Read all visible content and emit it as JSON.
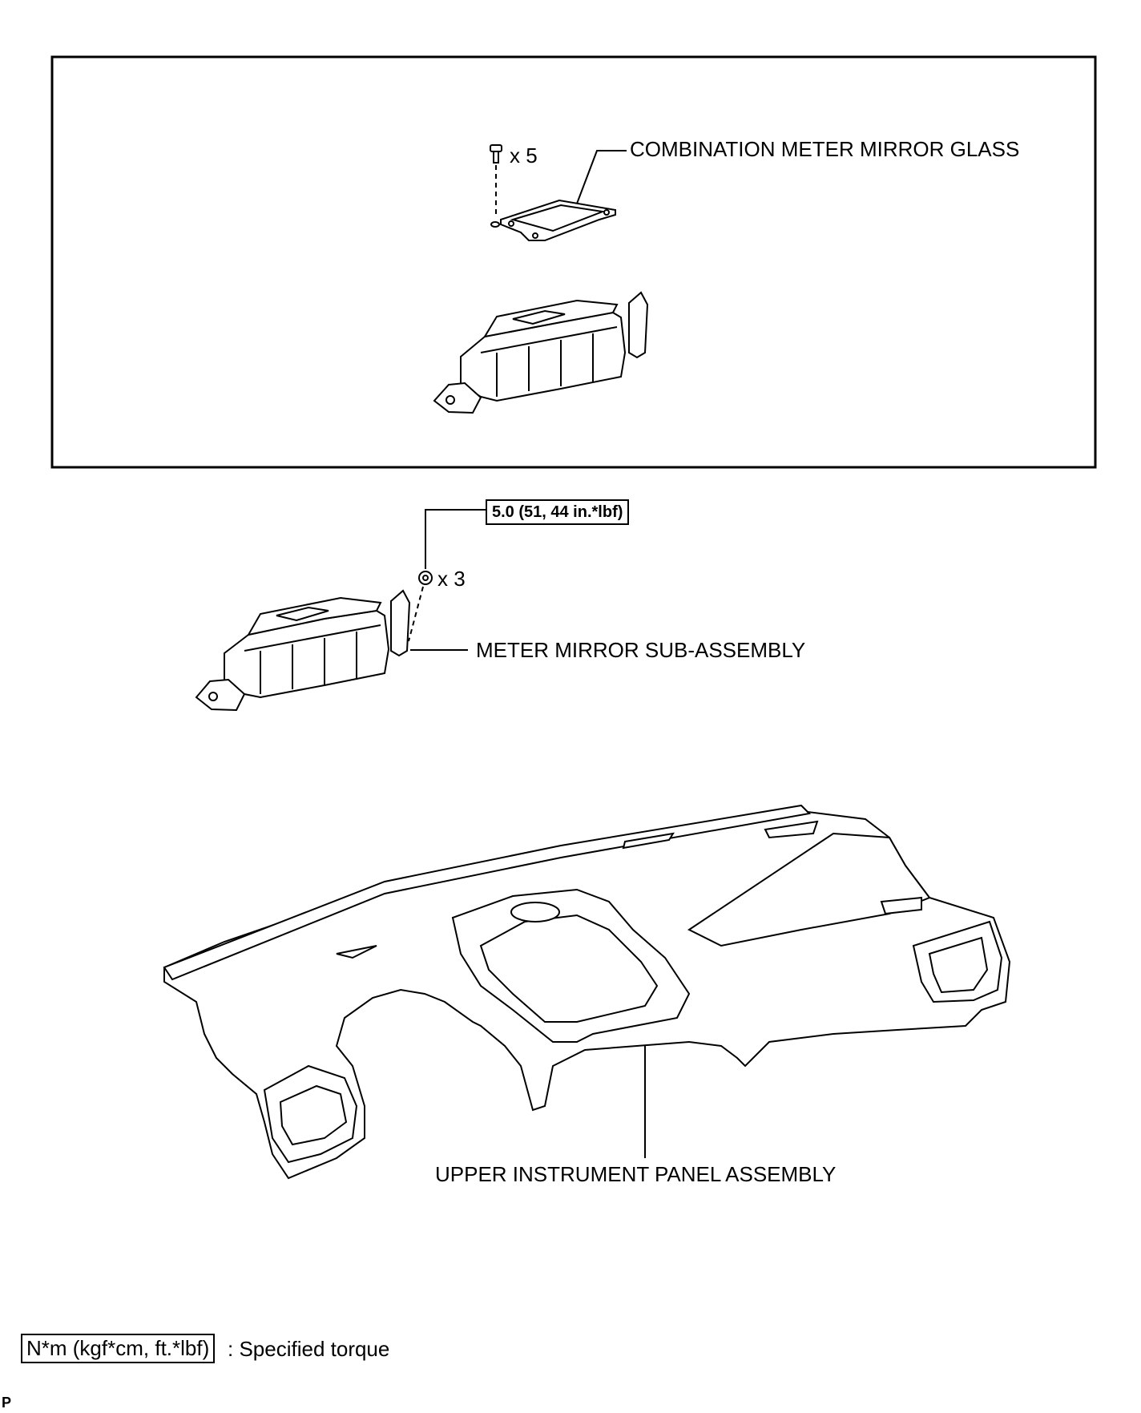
{
  "parts": {
    "mirror_glass": "COMBINATION METER MIRROR GLASS",
    "meter_mirror_sub": "METER MIRROR SUB-ASSEMBLY",
    "upper_panel": "UPPER INSTRUMENT PANEL ASSEMBLY"
  },
  "quantities": {
    "screws": "x 5",
    "nuts": "x 3"
  },
  "torque": {
    "spec": "5.0 (51, 44 in.*lbf)"
  },
  "legend": {
    "unit": "N*m (kgf*cm, ft.*lbf)",
    "desc": ": Specified torque"
  },
  "corner": "P"
}
